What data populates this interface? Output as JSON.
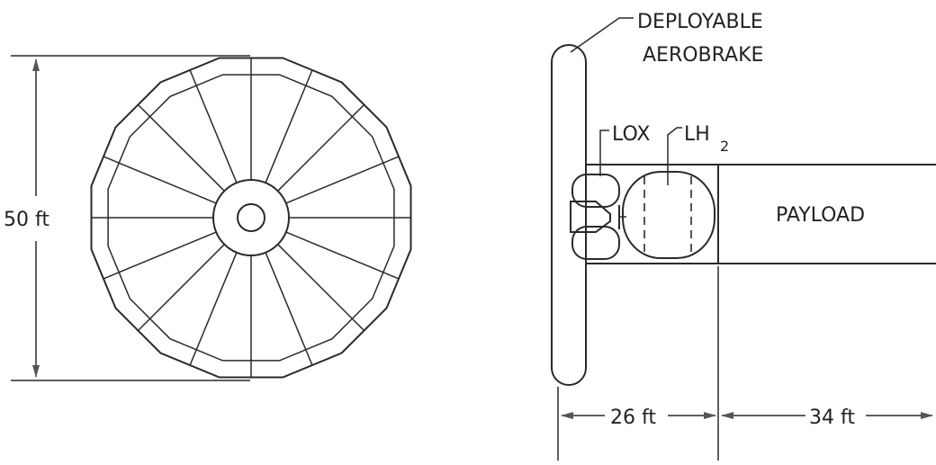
{
  "front_view": {
    "diameter_label": "50 ft"
  },
  "side_view": {
    "aerobrake_label_line1": "DEPLOYABLE",
    "aerobrake_label_line2": "AEROBRAKE",
    "lox_label": "LOX",
    "lh2_label": "LH",
    "lh2_subscript": "2",
    "payload_label": "PAYLOAD",
    "dim_propulsion_label": "26 ft",
    "dim_payload_label": "34 ft"
  }
}
